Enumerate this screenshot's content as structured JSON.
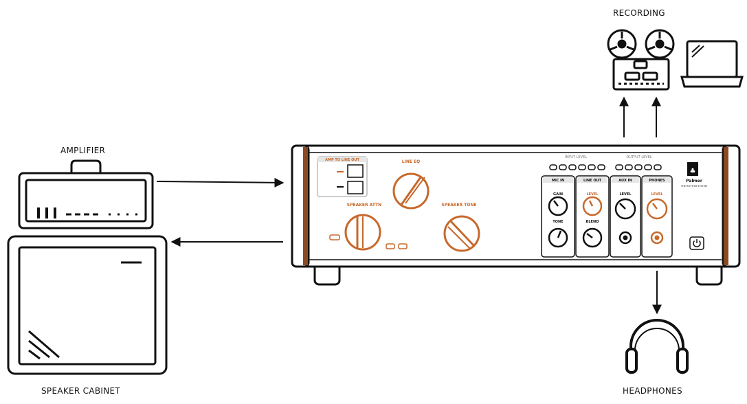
{
  "labels": {
    "recording": "RECORDING",
    "amplifier": "AMPLIFIER",
    "speaker_cabinet": "SPEAKER CABINET",
    "headphones": "HEADPHONES"
  },
  "device": {
    "amp_to_line_out": "AMP TO LINE OUT",
    "line_eq": "LINE EQ",
    "speaker_attn": "SPEAKER ATTN",
    "speaker_tone": "SPEAKER TONE",
    "input_level": "INPUT LEVEL",
    "output_level": "OUTPUT LEVEL",
    "mic_in": "MIC IN",
    "line_out": "LINE OUT",
    "aux_in": "AUX IN",
    "phones": "PHONES",
    "gain": "GAIN",
    "tone": "TONE",
    "level": "LEVEL",
    "blend": "BLEND",
    "brand": "Palmer",
    "brand_sub": "THE RHYTHM SYSTEM"
  },
  "colors": {
    "accent": "#c8682a",
    "ink": "#111111",
    "panel": "#ffffff",
    "side": "#8a4a22"
  },
  "icons": [
    "tape-recorder-icon",
    "laptop-icon",
    "amplifier-icon",
    "speaker-cabinet-icon",
    "headphones-icon",
    "power-icon"
  ]
}
